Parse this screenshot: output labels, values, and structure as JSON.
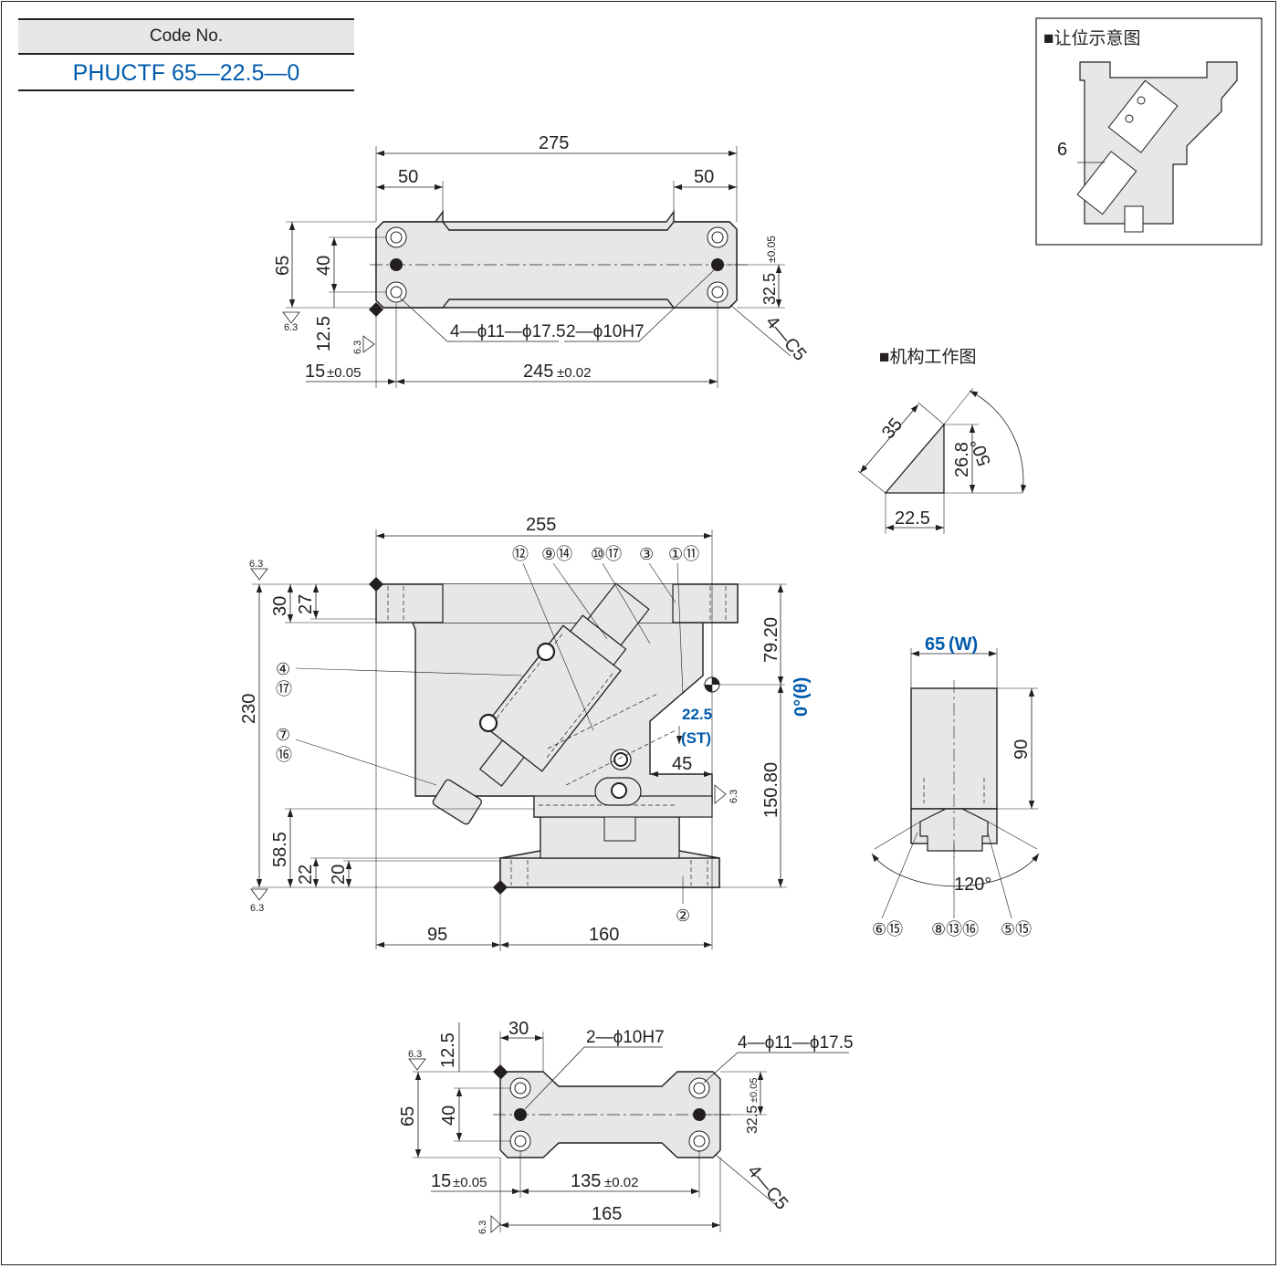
{
  "code_box": {
    "label": "Code No.",
    "value": "PHUCTF 65—22.5—0"
  },
  "colors": {
    "line": "#231f20",
    "part_fill": "#e6e7e8",
    "accent": "#005bac"
  },
  "inset_clearance": {
    "title": "■让位示意图",
    "dim": "6"
  },
  "mechanism": {
    "title": "■机构工作图",
    "hyp": "35",
    "height": "26.8",
    "angle": "50°",
    "base": "22.5"
  },
  "top_view": {
    "overall": "275",
    "left_step": "50",
    "right_step": "50",
    "height": "65",
    "hole_pitch": "40",
    "edge": "12.5",
    "half": "32.5",
    "half_tol": "±0.05",
    "offset": "15",
    "offset_tol": "±0.05",
    "pitch": "245",
    "pitch_tol": "±0.02",
    "holes": "4—ϕ11—ϕ17.5",
    "pins": "2—ϕ10H7",
    "chamfer": "4—C5",
    "rough": "6.3"
  },
  "front_view": {
    "overall": "255",
    "total_h": "230",
    "flange": "30",
    "flange_in": "27",
    "upper": "79.20",
    "lower": "150.80",
    "base_h": "58.5",
    "base1": "22",
    "base2": "20",
    "left_off": "95",
    "base_w": "160",
    "cam": "45",
    "stroke": "22.5",
    "stroke_label": "(ST)",
    "angle": "0°(θ)",
    "rough": "6.3",
    "balloons_top": [
      "⑫",
      "⑨⑭",
      "⑩⑰",
      "③",
      "①⑪"
    ],
    "balloon_a": [
      "④",
      "⑰"
    ],
    "balloon_b": [
      "⑦",
      "⑯"
    ],
    "balloon_c": "②"
  },
  "side_view": {
    "width": "65",
    "width_label": "(W)",
    "height": "90",
    "angle": "120°",
    "balloons": [
      "⑥⑮",
      "⑧⑬⑯",
      "⑤⑮"
    ]
  },
  "bottom_view": {
    "step": "30",
    "edge": "12.5",
    "height": "65",
    "hole_pitch": "40",
    "half": "32.5",
    "half_tol": "±0.05",
    "offset": "15",
    "offset_tol": "±0.05",
    "pitch": "135",
    "pitch_tol": "±0.02",
    "overall": "165",
    "pins": "2—ϕ10H7",
    "holes": "4—ϕ11—ϕ17.5",
    "chamfer": "4—C5",
    "rough": "6.3"
  }
}
